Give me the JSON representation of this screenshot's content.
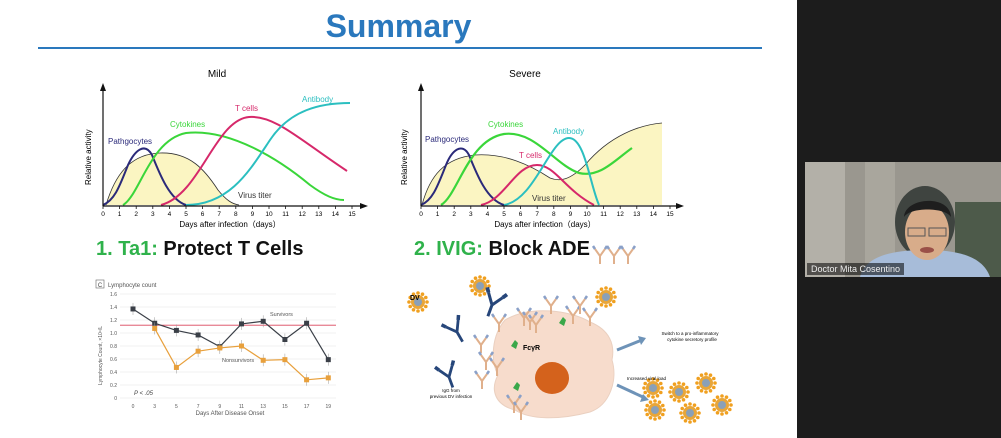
{
  "slide": {
    "title": "Summary",
    "mild_chart": {
      "title": "Mild",
      "ylabel": "Relative activity",
      "xlabel": "Days after infection（days）",
      "labels": {
        "phagocytes": "Pathgocytes",
        "cytokines": "Cytokines",
        "tcells": "T cells",
        "antibody": "Antibody",
        "virus": "Virus titer"
      }
    },
    "severe_chart": {
      "title": "Severe",
      "ylabel": "Relative activity",
      "xlabel": "Days after infection（days）",
      "labels": {
        "phagocytes": "Pathgocytes",
        "cytokines": "Cytokines",
        "tcells": "T cells",
        "antibody": "Antibody",
        "virus": "Virus titer"
      }
    },
    "x_ticks": [
      "0",
      "1",
      "2",
      "3",
      "4",
      "5",
      "6",
      "7",
      "8",
      "9",
      "10",
      "11",
      "12",
      "13",
      "14",
      "15"
    ],
    "heading1": {
      "accent": "1. Ta1:",
      "text": " Protect T Cells"
    },
    "heading2": {
      "accent": "2. IVIG:",
      "text": " Block ADE"
    },
    "ade": {
      "dv": "DV",
      "fcr": "FcγR",
      "igg1": "IgG from",
      "igg2": "previous DV infection",
      "switch1": "Switch to a pro-inflammatory",
      "switch2": "cytokine secretory profile",
      "viral": "Increased viral load"
    }
  },
  "chart_data": {
    "type": "line",
    "panel_label": "C",
    "title": "Lymphocyte count",
    "xlabel": "Days After Disease Onset",
    "ylabel": "Lymphocyte Count, ×10⁹/L",
    "categories": [
      "0",
      "3",
      "5",
      "7",
      "9",
      "11",
      "13",
      "15",
      "17",
      "19"
    ],
    "ylim": [
      0,
      1.6
    ],
    "yticks": [
      "0",
      "0.2",
      "0.4",
      "0.6",
      "0.8",
      "1.0",
      "1.2",
      "1.4",
      "1.6"
    ],
    "reference_line": 1.12,
    "annotation": "P < .05",
    "series": [
      {
        "name": "Survivors",
        "color": "#3a3f47",
        "values": [
          1.37,
          1.15,
          1.04,
          0.97,
          0.79,
          1.14,
          1.18,
          0.9,
          1.15,
          0.59
        ]
      },
      {
        "name": "Nonsurvivors",
        "color": "#e8a03c",
        "values": [
          null,
          1.07,
          0.47,
          0.72,
          0.77,
          0.8,
          0.58,
          0.59,
          0.28,
          0.31
        ]
      }
    ]
  },
  "video": {
    "participant_name": "Doctor Mita Cosentino"
  }
}
